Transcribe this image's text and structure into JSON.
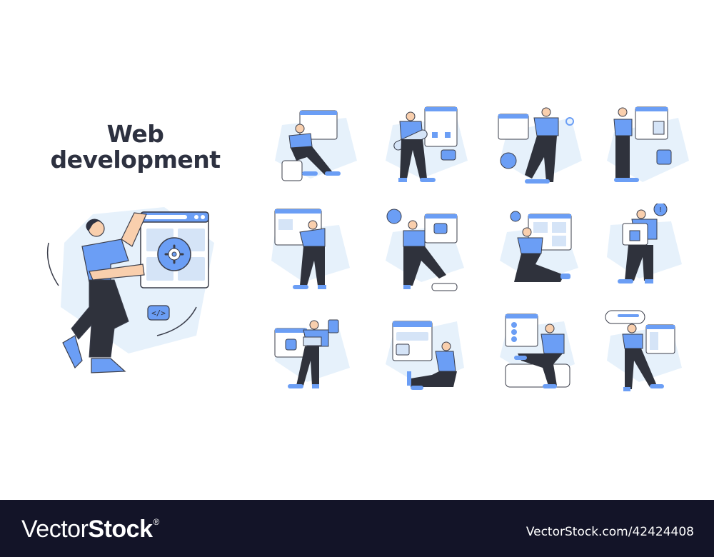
{
  "illustration": {
    "title_line1": "Web",
    "title_line2": "development",
    "colors": {
      "accent_blue": "#6b9ef5",
      "light_blue_bg": "#e6f1fb",
      "panel_blue": "#d5e4f7",
      "dark_text": "#2d3140",
      "pants": "#2f323c",
      "skin": "#f9cfad",
      "outline": "#3a3d4a"
    },
    "hero": {
      "description": "Man holding browser window with gear icon",
      "icons": [
        "gear-icon",
        "code-icon"
      ]
    },
    "tiles": [
      {
        "id": 1,
        "description": "Man sitting on cube using tablet",
        "icons": [
          "browser-window-icon"
        ]
      },
      {
        "id": 2,
        "description": "Man holding pencil with flowchart",
        "icons": [
          "flowchart-icon",
          "curly-braces-icon"
        ]
      },
      {
        "id": 3,
        "description": "Man holding wrench",
        "icons": [
          "wrench-icon",
          "ruler-icon",
          "hex-nut-icon"
        ]
      },
      {
        "id": 4,
        "description": "Man painting browser window",
        "icons": [
          "paintbrush-icon",
          "pen-icon"
        ]
      },
      {
        "id": 5,
        "description": "Man pointing at wireframe",
        "icons": [
          "wireframe-icon"
        ]
      },
      {
        "id": 6,
        "description": "Man moving layout block",
        "icons": [
          "cloud-upload-icon",
          "layout-block-icon"
        ]
      },
      {
        "id": 7,
        "description": "Woman kneeling with gear and settings",
        "icons": [
          "gear-icon",
          "check-icon",
          "close-icon",
          "power-icon"
        ]
      },
      {
        "id": 8,
        "description": "Man holding browser with alert",
        "icons": [
          "alert-icon",
          "pen-nib-icon"
        ]
      },
      {
        "id": 9,
        "description": "Man pointing up with laptop",
        "icons": [
          "diamond-icon",
          "document-icon"
        ]
      },
      {
        "id": 10,
        "description": "Woman sitting editing browser",
        "icons": [
          "gear-icon",
          "play-icon"
        ]
      },
      {
        "id": 11,
        "description": "Man sitting with toggle switches",
        "icons": [
          "toggle-icon"
        ]
      },
      {
        "id": 12,
        "description": "Woman holding search bar",
        "icons": [
          "search-bar-icon",
          "layout-icon"
        ]
      }
    ]
  },
  "footer": {
    "brand_light": "Vector",
    "brand_bold": "Stock",
    "brand_reg": "®",
    "url": "VectorStock.com/42424408"
  }
}
